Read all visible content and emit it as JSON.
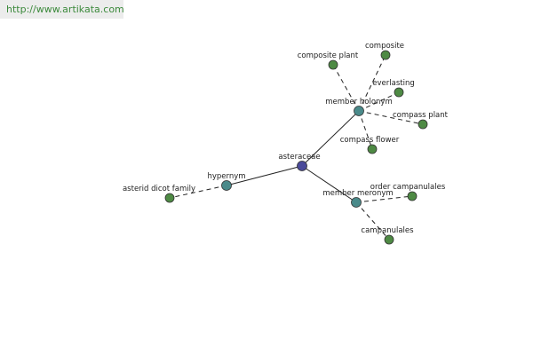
{
  "header": {
    "url": "http://www.artikata.com"
  },
  "colors": {
    "root": "#4a4a9a",
    "relation": "#4a8a8a",
    "word": "#4e8a44"
  },
  "diagram": {
    "nodes": [
      {
        "id": "asteraceae",
        "label": "asteraceae",
        "kind": "root"
      },
      {
        "id": "hypernym",
        "label": "hypernym",
        "kind": "relation"
      },
      {
        "id": "member-holonym",
        "label": "member holonym",
        "kind": "relation"
      },
      {
        "id": "member-meronym",
        "label": "member meronym",
        "kind": "relation"
      },
      {
        "id": "asterid-dicot-family",
        "label": "asterid dicot family",
        "kind": "word"
      },
      {
        "id": "composite-plant",
        "label": "composite plant",
        "kind": "word"
      },
      {
        "id": "composite",
        "label": "composite",
        "kind": "word"
      },
      {
        "id": "everlasting",
        "label": "everlasting",
        "kind": "word"
      },
      {
        "id": "compass-plant",
        "label": "compass plant",
        "kind": "word"
      },
      {
        "id": "compass-flower",
        "label": "compass flower",
        "kind": "word"
      },
      {
        "id": "order-campanulales",
        "label": "order campanulales",
        "kind": "word"
      },
      {
        "id": "campanulales",
        "label": "campanulales",
        "kind": "word"
      }
    ],
    "edges": [
      {
        "from": "asteraceae",
        "to": "hypernym",
        "style": "solid"
      },
      {
        "from": "asteraceae",
        "to": "member-holonym",
        "style": "solid"
      },
      {
        "from": "asteraceae",
        "to": "member-meronym",
        "style": "solid"
      },
      {
        "from": "hypernym",
        "to": "asterid-dicot-family",
        "style": "dashed"
      },
      {
        "from": "member-holonym",
        "to": "composite-plant",
        "style": "dashed"
      },
      {
        "from": "member-holonym",
        "to": "composite",
        "style": "dashed"
      },
      {
        "from": "member-holonym",
        "to": "everlasting",
        "style": "dashed"
      },
      {
        "from": "member-holonym",
        "to": "compass-plant",
        "style": "dashed"
      },
      {
        "from": "member-holonym",
        "to": "compass-flower",
        "style": "dashed"
      },
      {
        "from": "member-meronym",
        "to": "order-campanulales",
        "style": "dashed"
      },
      {
        "from": "member-meronym",
        "to": "campanulales",
        "style": "dashed"
      }
    ]
  }
}
